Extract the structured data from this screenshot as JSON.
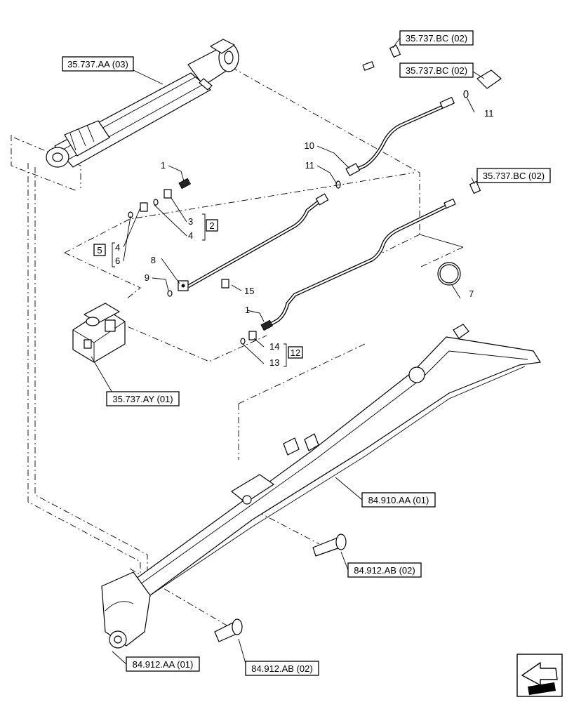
{
  "refs": {
    "cyl": "35.737.AA (03)",
    "bc1": "35.737.BC (02)",
    "bc2": "35.737.BC (02)",
    "bc3": "35.737.BC (02)",
    "ay": "35.737.AY (01)",
    "boom": "84.910.AA (01)",
    "pin1": "84.912.AB (02)",
    "pin2": "84.912.AB (02)",
    "pivot": "84.912.AA (01)"
  },
  "callouts": {
    "c1a": "1",
    "c1b": "1",
    "c2": "2",
    "c3": "3",
    "c4a": "4",
    "c4b": "4",
    "c5": "5",
    "c6": "6",
    "c7": "7",
    "c8": "8",
    "c9": "9",
    "c10": "10",
    "c11a": "11",
    "c11b": "11",
    "c12": "12",
    "c13": "13",
    "c14": "14",
    "c15": "15"
  },
  "icons": {
    "nav": "direction-arrow-icon"
  }
}
